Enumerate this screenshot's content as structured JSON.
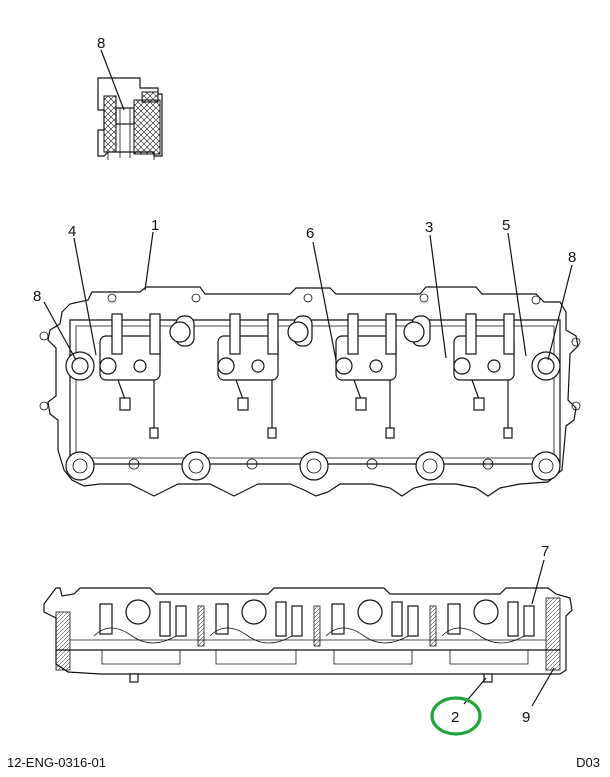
{
  "callouts": {
    "c1": "1",
    "c2": "2",
    "c3": "3",
    "c4": "4",
    "c5": "5",
    "c6": "6",
    "c7": "7",
    "c8_detail": "8",
    "c8_left": "8",
    "c8_right": "8",
    "c9": "9"
  },
  "footer": {
    "drawing_number": "12-ENG-0316-01",
    "sheet_code": "D03"
  },
  "highlight": {
    "color": "#1fa33a",
    "target": "2"
  }
}
